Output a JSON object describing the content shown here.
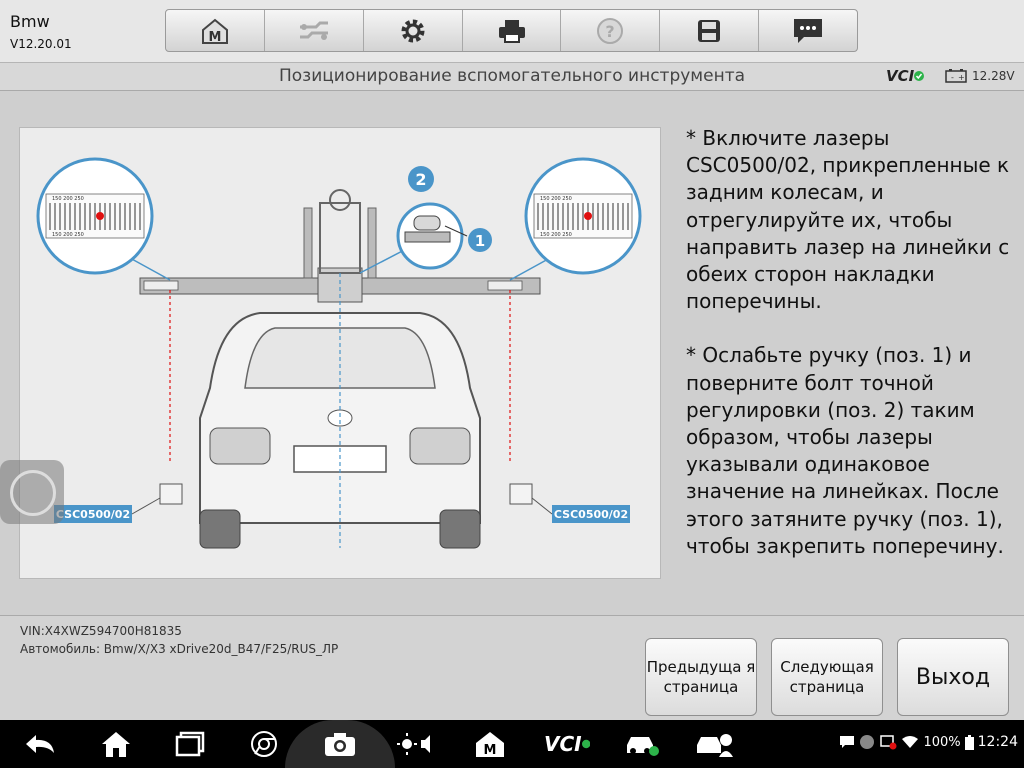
{
  "app": {
    "title": "Bmw",
    "version": "V12.20.01"
  },
  "toolbar": {
    "buttons": [
      "home-icon",
      "vehicle-swap-icon",
      "settings-gear-icon",
      "printer-icon",
      "help-icon",
      "save-icon",
      "message-icon"
    ]
  },
  "header": {
    "title": "Позиционирование вспомогательного инструмента",
    "vci_label": "VCI",
    "voltage": "12.28V"
  },
  "figure": {
    "callout_1": "1",
    "callout_2": "2",
    "left_device": "CSC0500/02",
    "right_device": "CSC0500/02",
    "ruler_top": "150   200   250",
    "ruler_bottom": "150   200   250"
  },
  "instructions": [
    "* Включите лазеры CSC0500/02, прикрепленные к задним колесам, и отрегулируйте их, чтобы направить лазер на линейки с обеих сторон накладки поперечины.",
    "* Ослабьте ручку (поз. 1) и поверните болт точной регулировки (поз. 2) таким образом, чтобы лазеры указывали одинаковое значение на линейках. После этого затяните ручку (поз. 1), чтобы закрепить поперечину."
  ],
  "vehicle_info": {
    "vin": "VIN:X4XWZ594700H81835",
    "vehicle": "Автомобиль: Bmw/X/X3 xDrive20d_B47/F25/RUS_ЛР"
  },
  "buttons": {
    "prev": "Предыдуща я страница",
    "next": "Следующая страница",
    "exit": "Выход"
  },
  "statusbar": {
    "battery": "100%",
    "time": "12:24",
    "vci": "VCI"
  },
  "colors": {
    "accent_blue": "#4a95c9",
    "laser_red": "#e01010",
    "ok_green": "#2db34a"
  }
}
